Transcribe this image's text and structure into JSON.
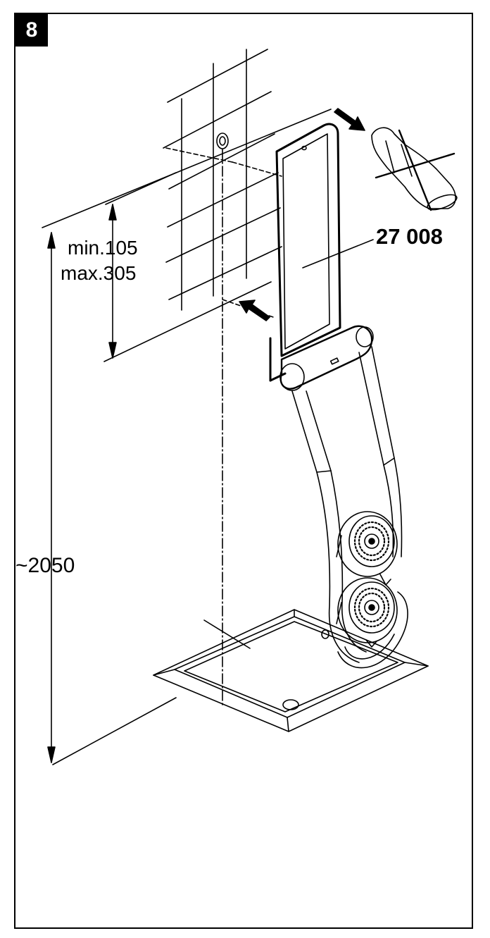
{
  "step": {
    "number": "8"
  },
  "labels": {
    "height_min": "min.105",
    "height_max": "max.305",
    "total_height": "~2050",
    "part_number": "27 008"
  },
  "icons": {
    "existing_shower_head": "crossed-out-shower-head-icon",
    "install_arrow": "arrow-icon"
  },
  "colors": {
    "line": "#000000",
    "background": "#ffffff",
    "badge": "#000000"
  }
}
